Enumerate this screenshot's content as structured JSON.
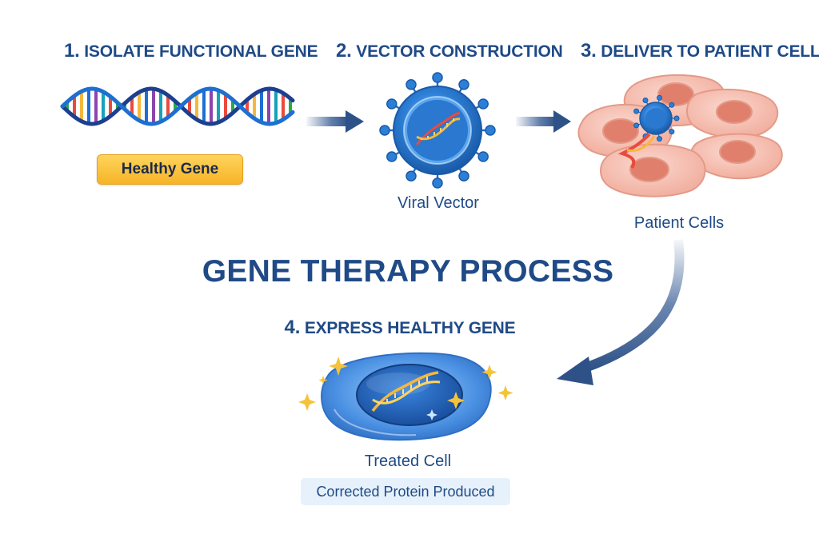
{
  "title": "GENE THERAPY PROCESS",
  "steps": [
    {
      "num": "1.",
      "title": "ISOLATE FUNCTIONAL GENE",
      "badge": "Healthy Gene"
    },
    {
      "num": "2.",
      "title": "VECTOR CONSTRUCTION",
      "caption": "Viral Vector"
    },
    {
      "num": "3.",
      "title": "DELIVER TO PATIENT CELLS",
      "caption": "Patient Cells"
    },
    {
      "num": "4.",
      "title": "EXPRESS HEALTHY GENE",
      "caption": "Treated Cell",
      "badge": "Corrected Protein Produced"
    }
  ],
  "colors": {
    "title": "#1f4a86",
    "arrow": "#3a5f95",
    "badge_gold": "#f6b428",
    "cell_pink": "#f3b9ad",
    "cell_nucleus": "#e0806c",
    "virus_blue": "#2c7fd6",
    "treated_blue": "#4a90e2"
  },
  "icons": [
    "dna-helix-icon",
    "virus-icon",
    "patient-cells-icon",
    "treated-cell-icon",
    "sparkle-icon"
  ]
}
